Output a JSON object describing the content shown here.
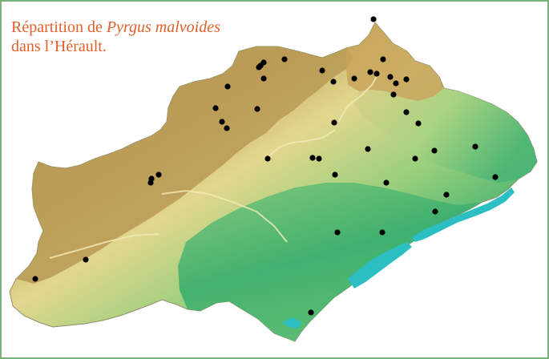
{
  "caption": {
    "prefix": "Répartition de ",
    "species": "Pyrgus malvoides",
    "suffix": "dans l’Hérault."
  },
  "colors": {
    "frame": "#7ab07a",
    "caption": "#e0602a",
    "highland": "#b99a55",
    "midland": "#e2d78e",
    "lowland": "#3db170",
    "coast": "#74c479",
    "lagoon": "#2bbfc4",
    "dot": "#000000"
  },
  "observations": [
    [
      464,
      22
    ],
    [
      353,
      72
    ],
    [
      323,
      80
    ],
    [
      327,
      76
    ],
    [
      327,
      96
    ],
    [
      321,
      82
    ],
    [
      282,
      106
    ],
    [
      267,
      133
    ],
    [
      275,
      150
    ],
    [
      281,
      158
    ],
    [
      319,
      134
    ],
    [
      400,
      86
    ],
    [
      414,
      100
    ],
    [
      440,
      96
    ],
    [
      460,
      88
    ],
    [
      468,
      90
    ],
    [
      476,
      72
    ],
    [
      485,
      94
    ],
    [
      492,
      102
    ],
    [
      505,
      97
    ],
    [
      489,
      116
    ],
    [
      505,
      138
    ],
    [
      520,
      152
    ],
    [
      415,
      151
    ],
    [
      457,
      184
    ],
    [
      516,
      196
    ],
    [
      540,
      186
    ],
    [
      591,
      181
    ],
    [
      616,
      219
    ],
    [
      555,
      241
    ],
    [
      541,
      262
    ],
    [
      480,
      226
    ],
    [
      416,
      216
    ],
    [
      388,
      195
    ],
    [
      396,
      196
    ],
    [
      332,
      196
    ],
    [
      196,
      216
    ],
    [
      187,
      221
    ],
    [
      186,
      226
    ],
    [
      105,
      322
    ],
    [
      42,
      346
    ],
    [
      419,
      288
    ],
    [
      475,
      288
    ],
    [
      386,
      388
    ]
  ]
}
